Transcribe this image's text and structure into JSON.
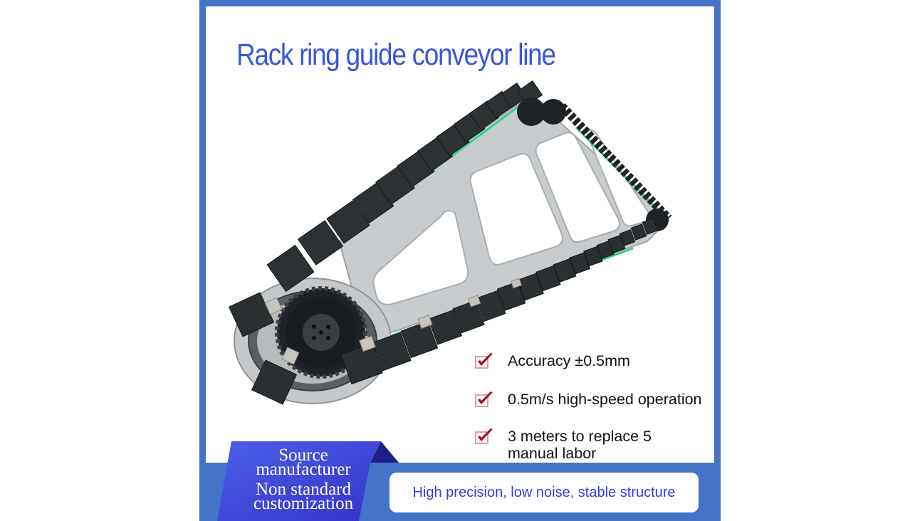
{
  "title": "Rack ring guide conveyor line",
  "colors": {
    "frame_blue": "#4473c8",
    "title_blue": "#3a57d8",
    "badge_blue": "#3d46d8",
    "badge_dark": "#1c1f8a",
    "check_red": "#a3101c",
    "pill_text": "#2f3ee0"
  },
  "photo": {
    "description": "Rack ring guide conveyor: aluminum plate frame with cut-out windows, black carrier blocks on chain, sprocket disc at the left end",
    "icon": "conveyor-image"
  },
  "features": [
    {
      "icon": "checkbox-checked-icon",
      "text": "Accuracy ±0.5mm"
    },
    {
      "icon": "checkbox-checked-icon",
      "text": "0.5m/s high-speed operation"
    },
    {
      "icon": "checkbox-checked-icon",
      "text": "3 meters to replace 5",
      "text2": "manual labor"
    }
  ],
  "badge": {
    "line1": "Source",
    "line2": "manufacturer",
    "line3": "Non standard",
    "line4": "customization"
  },
  "tagline": "High precision, low noise, stable structure"
}
